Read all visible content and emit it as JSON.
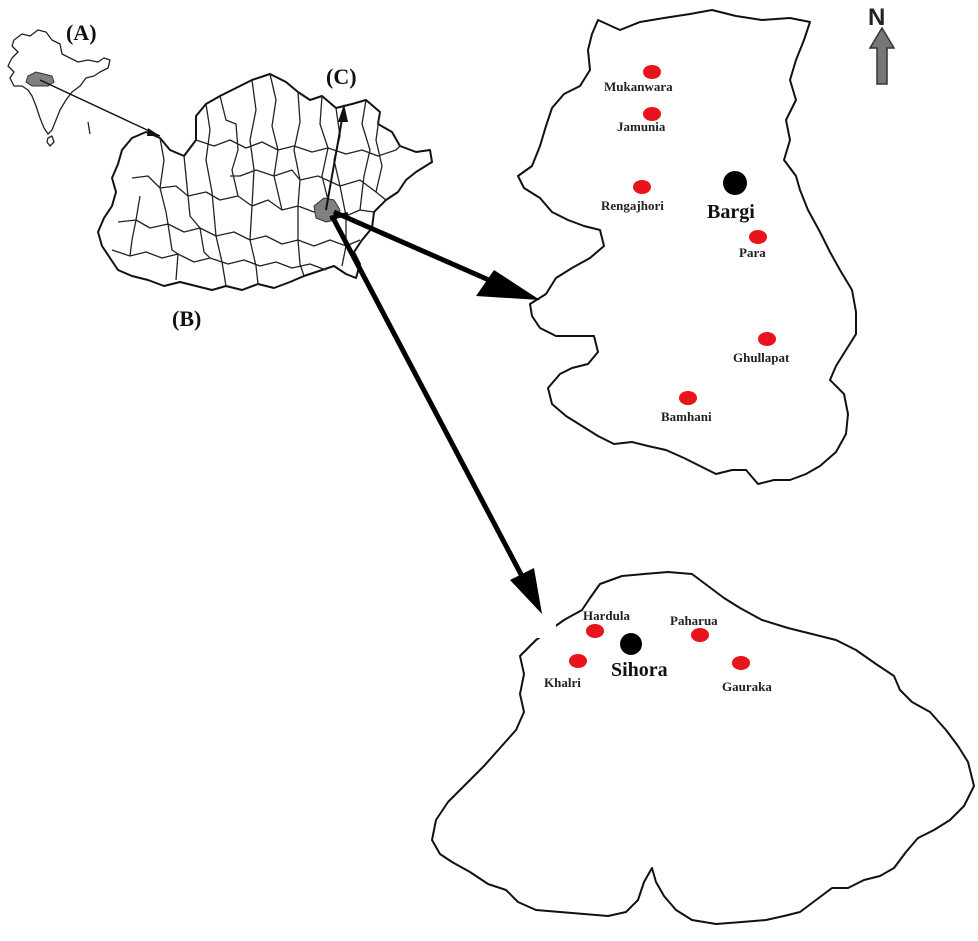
{
  "panels": {
    "a": "(A)",
    "b": "(B)",
    "c": "(C)"
  },
  "north": {
    "label": "N",
    "icon": "north-arrow-icon"
  },
  "bargi": {
    "town": "Bargi",
    "villages": [
      "Mukanwara",
      "Jamunia",
      "Rengajhori",
      "Para",
      "Ghullapat",
      "Bamhani"
    ]
  },
  "sihora": {
    "town": "Sihora",
    "villages": [
      "Hardula",
      "Paharua",
      "Khalri",
      "Gauraka"
    ]
  },
  "colors": {
    "village_marker": "#e8141b",
    "town_marker": "#000000",
    "highlight": "#808080",
    "outline": "#111111"
  }
}
